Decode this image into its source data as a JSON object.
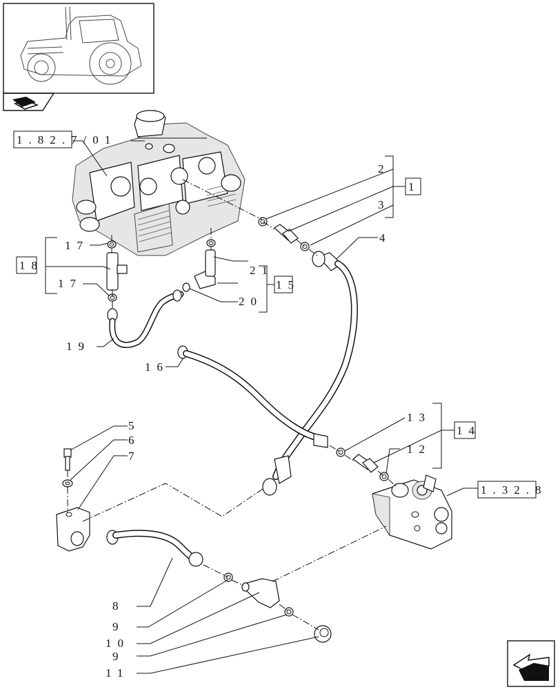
{
  "callouts": {
    "ref_valve_block": "1.82.7/01",
    "ref_pump": "1.32.8",
    "kit_1": "1",
    "kit_14": "14",
    "kit_15": "15",
    "kit_18": "18",
    "p2": "2",
    "p3": "3",
    "p4": "4",
    "p5": "5",
    "p6": "6",
    "p7": "7",
    "p8": "8",
    "p9a": "9",
    "p9b": "9",
    "p10": "10",
    "p11": "11",
    "p12": "12",
    "p13": "13",
    "p16": "16",
    "p17a": "17",
    "p17b": "17",
    "p19": "19",
    "p20": "20",
    "p21": "21"
  }
}
